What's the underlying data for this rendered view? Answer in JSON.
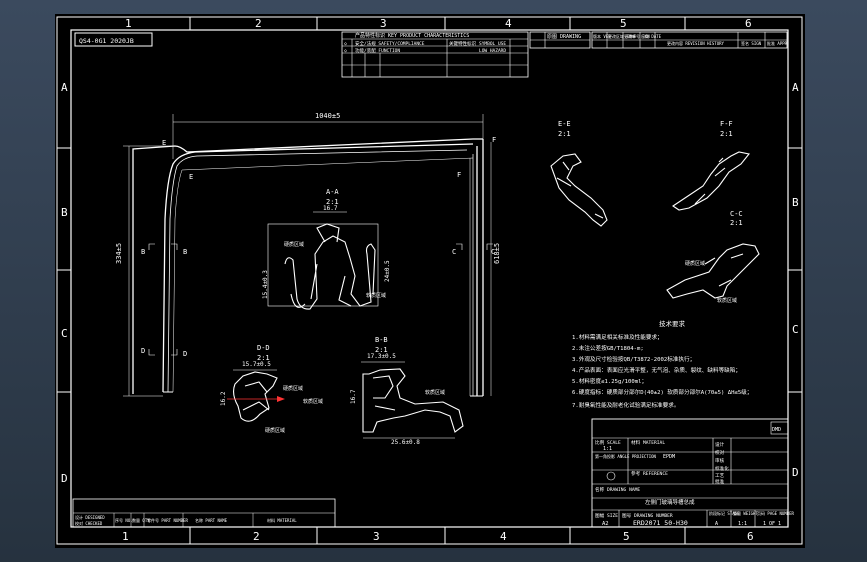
{
  "app": {
    "viewport_bg": "#2c3a4c",
    "paper_bg": "#000000",
    "line_color": "#ffffff",
    "accent_red": "#ff3333"
  },
  "grid": {
    "columns": [
      "1",
      "2",
      "3",
      "4",
      "5",
      "6"
    ],
    "rows": [
      "A",
      "B",
      "C",
      "D"
    ]
  },
  "title_box": {
    "code": "QS4-0G1 2020JB"
  },
  "char_table": {
    "title": "产品特性标识 KEY PRODUCT CHARACTERISTICS",
    "row1": [
      "◇",
      "安全/法规 SAFETY/COMPLIANCE",
      "关键特性标识",
      "SYMBOL USE"
    ],
    "row2": [
      "◇",
      "功能/装配 FUNCTION",
      "",
      "LOW HAZARD"
    ]
  },
  "revision_table": {
    "headers": [
      "版本 VER",
      "更改区域 ZONE",
      "更改单号 ECN",
      "日期 DATE",
      "更改内容 REVISION HISTORY",
      "签名 SIGN",
      "批准 APPR"
    ],
    "drawing_label": "原图 DRAWING"
  },
  "main_view": {
    "top_dim": "1040±5",
    "left_dim": "334±5",
    "right_dim": "618±5",
    "section_letters": [
      "E",
      "E",
      "F",
      "F",
      "B",
      "B",
      "C",
      "C",
      "D",
      "D"
    ]
  },
  "sections": {
    "aa": {
      "title": "A-A",
      "scale": "2:1",
      "width_dim": "16.7",
      "height_dim": "24±0.5",
      "left_dim": "15.4±0.3",
      "callout1": "硬质区域",
      "callout2": "软质区域"
    },
    "bb": {
      "title": "B-B",
      "scale": "2:1",
      "top_dim": "17.3±0.5",
      "left_dim": "16.7",
      "bottom_dim": "25.6±0.8",
      "callout": "软质区域"
    },
    "dd": {
      "title": "D-D",
      "scale": "2:1",
      "top_dim": "15.7±0.5",
      "left_dim": "16.2",
      "callout1": "硬质区域",
      "callout2": "软质区域",
      "callout3": "硬质区域"
    },
    "ee": {
      "title": "E-E",
      "scale": "2:1"
    },
    "ff": {
      "title": "F-F",
      "scale": "2:1"
    },
    "cc": {
      "title": "C-C",
      "scale": "2:1",
      "callout1": "硬质区域",
      "callout2": "软质区域"
    }
  },
  "notes": {
    "title": "技术要求",
    "lines": [
      "1.材料需满足相关标准及性能要求；",
      "2.未注公差按GB/T1804-m;",
      "3.外观及尺寸检验按QB/T3872-2002标准执行；",
      "4.产品表面：表面应光滑平整，无气泡、杂质、裂纹、缺料等缺陷；",
      "5.材料密度≤1.25g/100ml；",
      "6.硬度指标：硬质部分邵尔D(40±2)  软质部分邵尔A(70±5)  ΔH≤5级；",
      "7.耐臭氧性能及耐老化试验满足标准要求。"
    ]
  },
  "title_block": {
    "logo": "DMD",
    "scale_label": "比例 SCALE",
    "scale": "1:1",
    "material_label": "材料 MATERIAL",
    "material": "EPDM",
    "projection_label": "第一角投影 ANGLE PROJECTION",
    "reference_label": "参考 REFERENCE",
    "drawing_label": "名称 DRAWING NAME",
    "drawing_name": "左侧门玻璃导槽总成",
    "size_label": "图幅 SIZE",
    "size": "A2",
    "number_label": "图号 DRAWING NUMBER",
    "number": "ERD2071 50-H30",
    "stage_label": "阶段标记 STAGE",
    "weight_label": "重量 WEIGHT",
    "page_label": "页码 PAGE NUMBER",
    "page": "1 OF 1",
    "stage_value": "A",
    "weight_value": "1:1",
    "sign_rows": [
      "设计",
      "校对",
      "审核",
      "标准化",
      "工艺",
      "批准"
    ]
  },
  "bottom_block": {
    "labels": [
      "设计 DESIGNED",
      "校对 CHECKED",
      "序号 NO.",
      "数量 QTY",
      "零件号 PART NUMBER",
      "名称 PART NAME",
      "材料 MATERIAL"
    ]
  }
}
